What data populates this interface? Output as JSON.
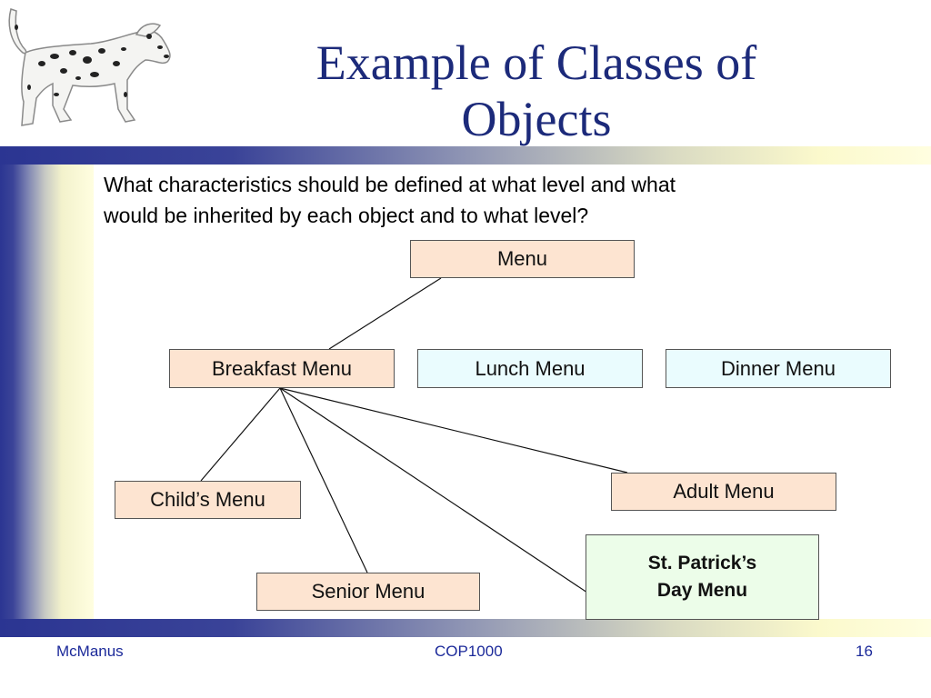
{
  "slide": {
    "title_line1": "Example of Classes of",
    "title_line2": "Objects",
    "question_line1": "What characteristics should be defined at what level and what",
    "question_line2": "would be inherited by each object and to what level?"
  },
  "diagram": {
    "nodes": {
      "menu": "Menu",
      "breakfast": "Breakfast Menu",
      "lunch": "Lunch Menu",
      "dinner": "Dinner Menu",
      "child": "Child’s Menu",
      "adult": "Adult Menu",
      "senior": "Senior Menu",
      "stpatrick_line1": "St. Patrick’s",
      "stpatrick_line2": "Day Menu"
    },
    "colors": {
      "peach": "#fde4d1",
      "cyan": "#eafcfe",
      "green": "#ecfde9",
      "border": "#555555"
    }
  },
  "footer": {
    "author": "McManus",
    "course": "COP1000",
    "page": "16"
  },
  "icons": {
    "dog": "dalmatian-dog-icon"
  }
}
